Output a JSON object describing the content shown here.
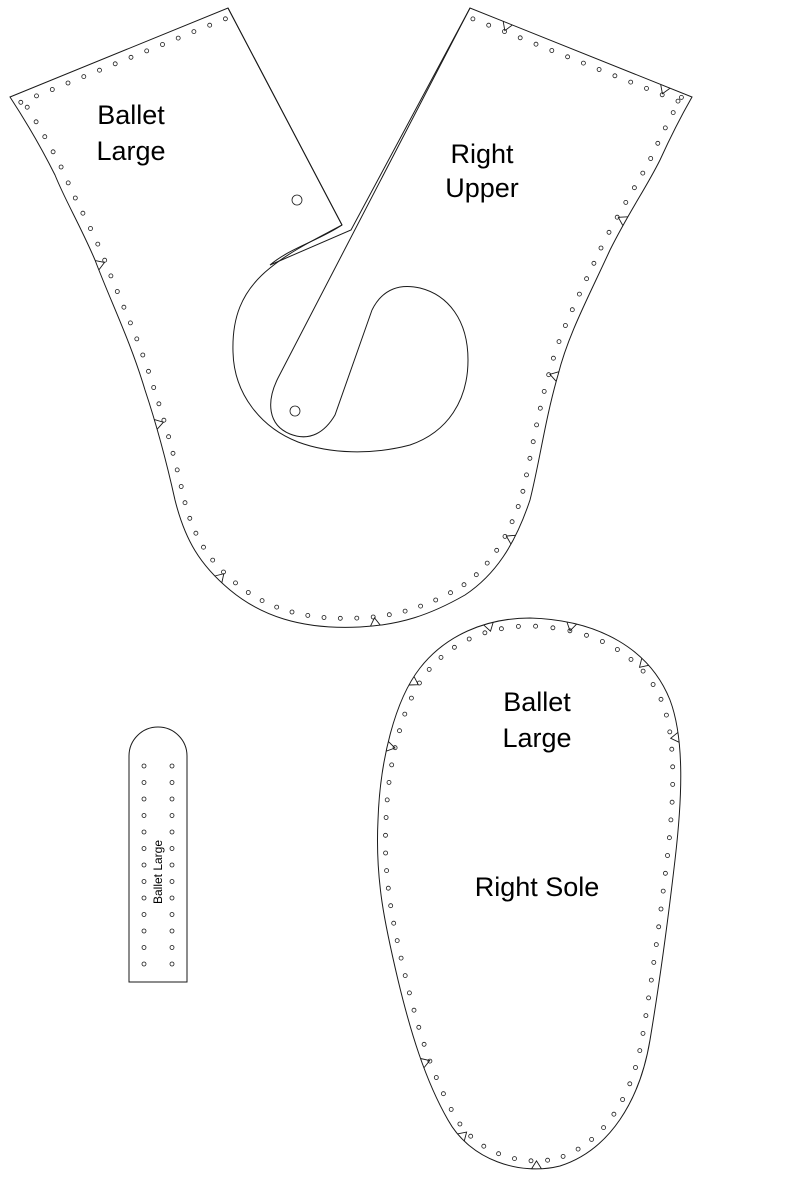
{
  "upper_piece": {
    "label_size": "Ballet",
    "label_size2": "Large",
    "label_name": "Right",
    "label_name2": "Upper"
  },
  "sole_piece": {
    "label_size": "Ballet",
    "label_size2": "Large",
    "label_name": "Right Sole"
  },
  "strap_piece": {
    "label": "Ballet Large"
  },
  "colors": {
    "line": "#1a1a1a",
    "paper": "#ffffff"
  }
}
